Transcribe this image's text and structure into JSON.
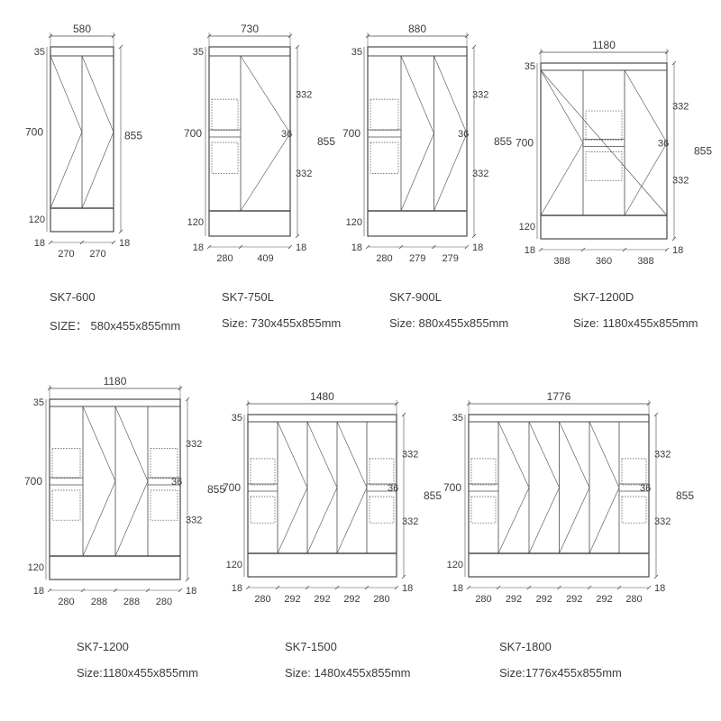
{
  "units": [
    {
      "model": "SK7-600",
      "size": "SIZE： 580x455x855mm",
      "dims": {
        "width": "580",
        "top": "35",
        "body": "700",
        "plinth": "120",
        "total": "855",
        "side_left": "18",
        "side_right": "18",
        "bottom": [
          "270",
          "270"
        ]
      }
    },
    {
      "model": "SK7-750L",
      "size": "Size: 730x455x855mm",
      "dims": {
        "width": "730",
        "top": "35",
        "body": "700",
        "plinth": "120",
        "total": "855",
        "drawer_upper": "332",
        "drawer_gap": "36",
        "drawer_lower": "332",
        "side_left": "18",
        "side_right": "18",
        "bottom": [
          "280",
          "409"
        ]
      }
    },
    {
      "model": "SK7-900L",
      "size": "Size: 880x455x855mm",
      "dims": {
        "width": "880",
        "top": "35",
        "body": "700",
        "plinth": "120",
        "total": "855",
        "drawer_upper": "332",
        "drawer_gap": "36",
        "drawer_lower": "332",
        "side_left": "18",
        "side_right": "18",
        "bottom": [
          "280",
          "279",
          "279"
        ]
      }
    },
    {
      "model": "SK7-1200D",
      "size": "Size: 1180x455x855mm",
      "dims": {
        "width": "1180",
        "top": "35",
        "body": "700",
        "plinth": "120",
        "total": "855",
        "drawer_upper": "332",
        "drawer_gap": "36",
        "drawer_lower": "332",
        "side_left": "18",
        "side_right": "18",
        "bottom": [
          "388",
          "360",
          "388"
        ]
      }
    },
    {
      "model": "SK7-1200",
      "size": "Size:1180x455x855mm",
      "dims": {
        "width": "1180",
        "top": "35",
        "body": "700",
        "plinth": "120",
        "total": "855",
        "drawer_upper": "332",
        "drawer_gap": "36",
        "drawer_lower": "332",
        "side_left": "18",
        "side_right": "18",
        "bottom": [
          "280",
          "288",
          "288",
          "280"
        ]
      }
    },
    {
      "model": "SK7-1500",
      "size": "Size: 1480x455x855mm",
      "dims": {
        "width": "1480",
        "top": "35",
        "body": "700",
        "plinth": "120",
        "total": "855",
        "drawer_upper": "332",
        "drawer_gap": "36",
        "drawer_lower": "332",
        "side_left": "18",
        "side_right": "18",
        "bottom": [
          "280",
          "292",
          "292",
          "292",
          "280"
        ]
      }
    },
    {
      "model": "SK7-1800",
      "size": "Size:1776x455x855mm",
      "dims": {
        "width": "1776",
        "top": "35",
        "body": "700",
        "plinth": "120",
        "total": "855",
        "drawer_upper": "332",
        "drawer_gap": "36",
        "drawer_lower": "332",
        "side_left": "18",
        "side_right": "18",
        "bottom": [
          "280",
          "292",
          "292",
          "292",
          "292",
          "280"
        ]
      }
    }
  ]
}
